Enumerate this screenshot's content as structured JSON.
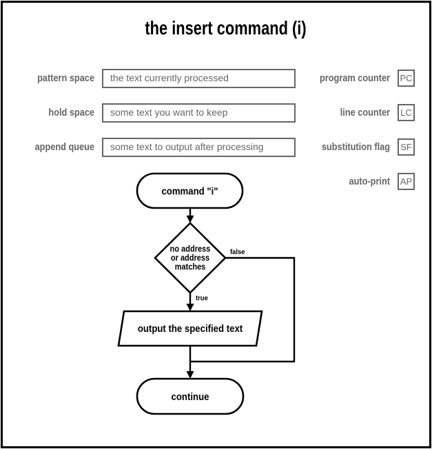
{
  "page": {
    "title": "the insert command (i)"
  },
  "registers": {
    "left": [
      {
        "label": "pattern space",
        "value": "the text currently processed"
      },
      {
        "label": "hold space",
        "value": "some text you want to keep"
      },
      {
        "label": "append queue",
        "value": "some text to output after processing"
      }
    ],
    "right": [
      {
        "label": "program counter",
        "abbr": "PC"
      },
      {
        "label": "line counter",
        "abbr": "LC"
      },
      {
        "label": "substitution flag",
        "abbr": "SF"
      },
      {
        "label": "auto-print",
        "abbr": "AP"
      }
    ]
  },
  "flowchart": {
    "start_label": "command \"i\"",
    "decision_lines": [
      "no address",
      "or address",
      "matches"
    ],
    "false_label": "false",
    "true_label": "true",
    "process_label": "output the specified text",
    "end_label": "continue"
  },
  "colors": {
    "ink": "#000000",
    "muted": "#666666",
    "background": "#ffffff"
  }
}
